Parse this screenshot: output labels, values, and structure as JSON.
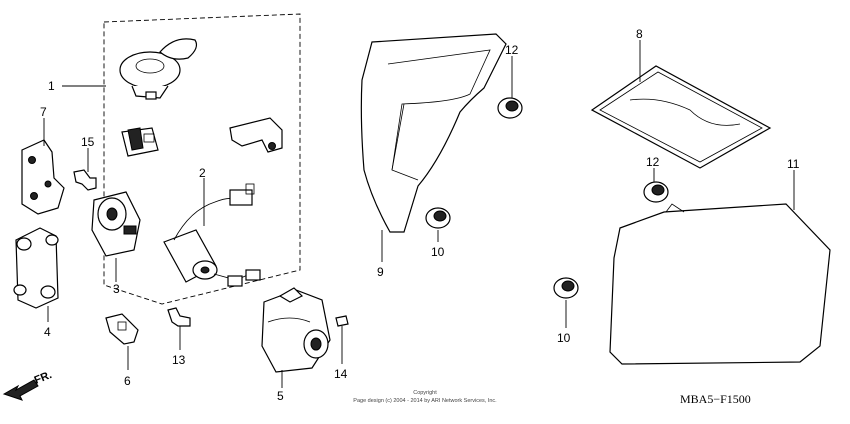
{
  "callouts": {
    "c1": "1",
    "c2": "2",
    "c3": "3",
    "c4": "4",
    "c5": "5",
    "c6": "6",
    "c7": "7",
    "c8": "8",
    "c9": "9",
    "c10a": "10",
    "c10b": "10",
    "c11": "11",
    "c12a": "12",
    "c12b": "12",
    "c13": "13",
    "c14": "14",
    "c15": "15"
  },
  "direction_label": "FR.",
  "diagram_code": "MBA5−F1500",
  "copyright": {
    "line1": "Copyright",
    "line2": "Page design (c) 2004 - 2014 by ARI Network Services, Inc."
  }
}
